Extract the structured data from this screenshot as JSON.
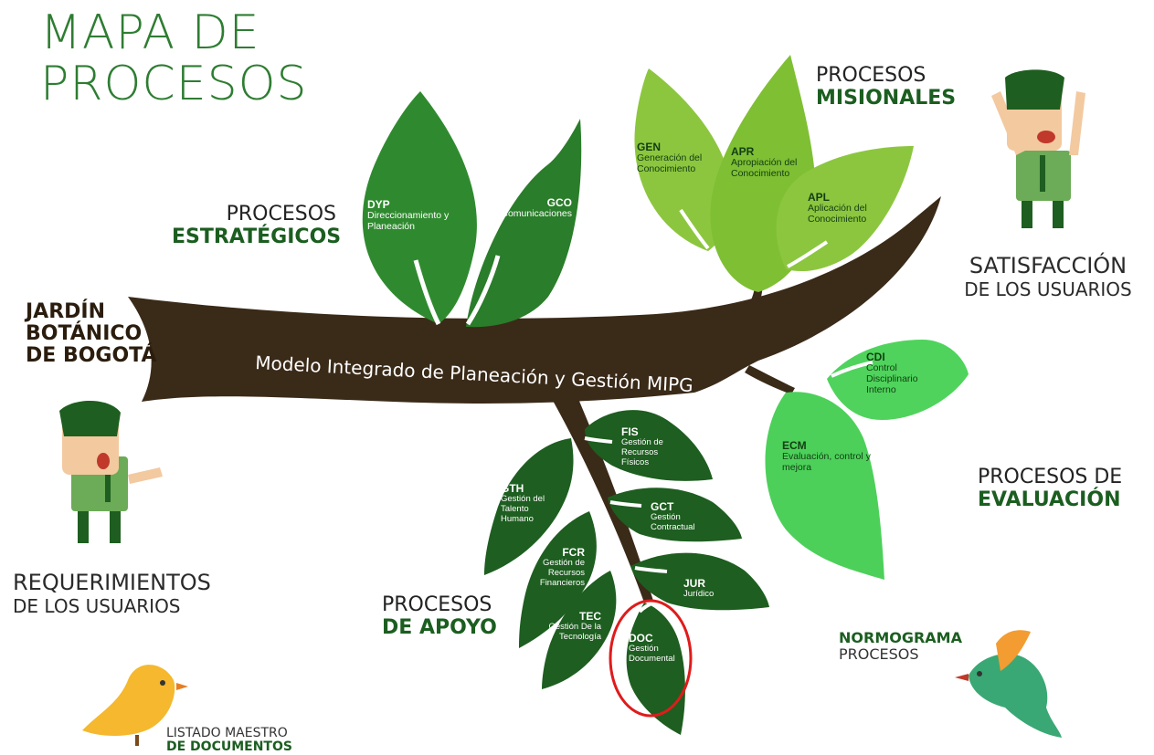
{
  "title_line1": "MAPA DE",
  "title_line2": "PROCESOS",
  "organization": [
    "JARDÍN",
    "BOTÁNICO",
    "DE BOGOTÁ"
  ],
  "trunk_label": "Modelo Integrado de Planeación y Gestión MIPG",
  "groups": {
    "estrategicos": {
      "line1": "PROCESOS",
      "line2": "ESTRATÉGICOS"
    },
    "misionales": {
      "line1": "PROCESOS",
      "line2": "MISIONALES"
    },
    "evaluacion": {
      "line1": "PROCESOS DE",
      "line2": "EVALUACIÓN"
    },
    "apoyo": {
      "line1": "PROCESOS",
      "line2": "DE APOYO"
    }
  },
  "leaves": {
    "dyp": {
      "code": "DYP",
      "name": "Direccionamiento y Planeación"
    },
    "gco": {
      "code": "GCO",
      "name": "Comunicaciones"
    },
    "gen": {
      "code": "GEN",
      "name": "Generación del Conocimiento"
    },
    "apr": {
      "code": "APR",
      "name": "Apropiación del Conocimiento"
    },
    "apl": {
      "code": "APL",
      "name": "Aplicación del Conocimiento"
    },
    "cdi": {
      "code": "CDI",
      "name": "Control Disciplinario Interno"
    },
    "ecm": {
      "code": "ECM",
      "name": "Evaluación, control y mejora"
    },
    "fis": {
      "code": "FIS",
      "name": "Gestión de Recursos Físicos"
    },
    "gth": {
      "code": "GTH",
      "name": "Gestión del Talento Humano"
    },
    "gct": {
      "code": "GCT",
      "name": "Gestión Contractual"
    },
    "fcr": {
      "code": "FCR",
      "name": "Gestión de Recursos Financieros"
    },
    "jur": {
      "code": "JUR",
      "name": "Jurídico"
    },
    "tec": {
      "code": "TEC",
      "name": "Gestión De la Tecnología"
    },
    "doc": {
      "code": "DOC",
      "name": "Gestión Documental"
    }
  },
  "satisfaccion": {
    "line1": "SATISFACCIÓN",
    "line2": "DE LOS USUARIOS"
  },
  "requerimientos": {
    "line1": "REQUERIMIENTOS",
    "line2": "DE LOS USUARIOS"
  },
  "normograma": {
    "line1": "NORMOGRAMA",
    "line2": "PROCESOS"
  },
  "listado": {
    "line1": "LISTADO MAESTRO",
    "line2": "DE DOCUMENTOS"
  },
  "colors": {
    "dark_green": "#1e5e20",
    "mid_green": "#2f8a2f",
    "light_green": "#8cc63f",
    "bright_green": "#4fd35c",
    "trunk": "#3a2a18",
    "highlight": "#e01b1b"
  }
}
